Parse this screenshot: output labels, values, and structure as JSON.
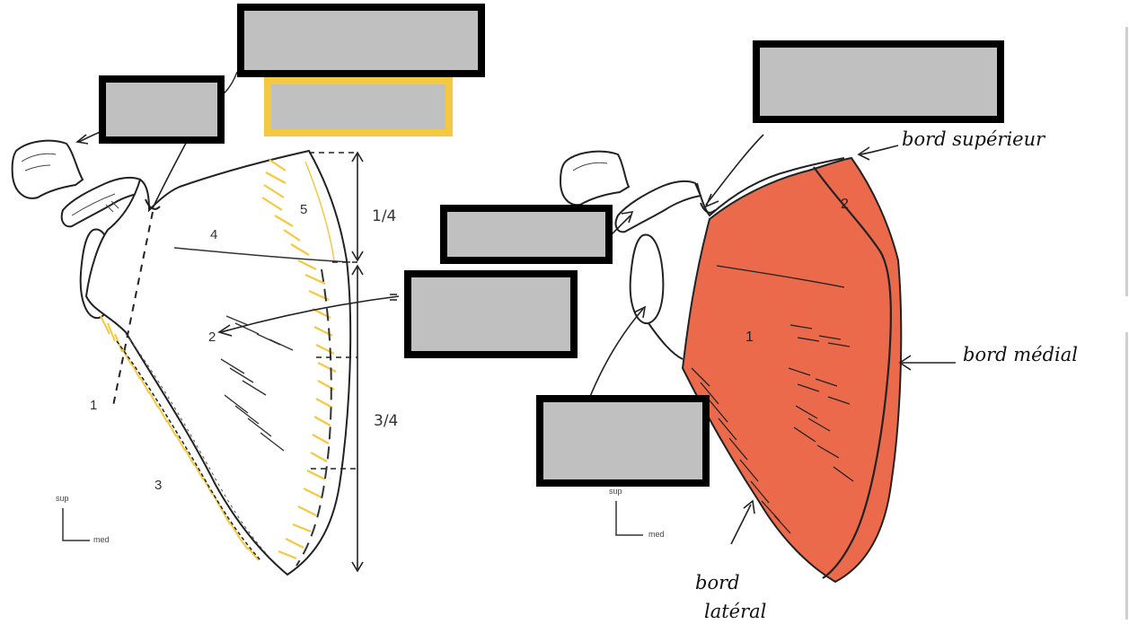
{
  "colors": {
    "outline": "#1a1a1a",
    "insertion_yellow": "#f5c842",
    "muscle_red": "#ec6a4c",
    "mask_fill": "#c0c0c0",
    "mask_border": "#000000"
  },
  "left_figure": {
    "region_numbers": [
      "1",
      "2",
      "3",
      "4",
      "5"
    ],
    "fractions": {
      "upper": "1/4",
      "lower": "3/4"
    },
    "orientation": {
      "sup": "sup",
      "med": "med"
    }
  },
  "right_figure": {
    "region_numbers": [
      "1",
      "2"
    ],
    "labels": {
      "superior_border": "bord supérieur",
      "medial_border": "bord médial",
      "lateral_border_line1": "bord",
      "lateral_border_line2": "latéral"
    },
    "orientation": {
      "sup": "sup",
      "med": "med"
    }
  },
  "masked_labels_count": 7
}
